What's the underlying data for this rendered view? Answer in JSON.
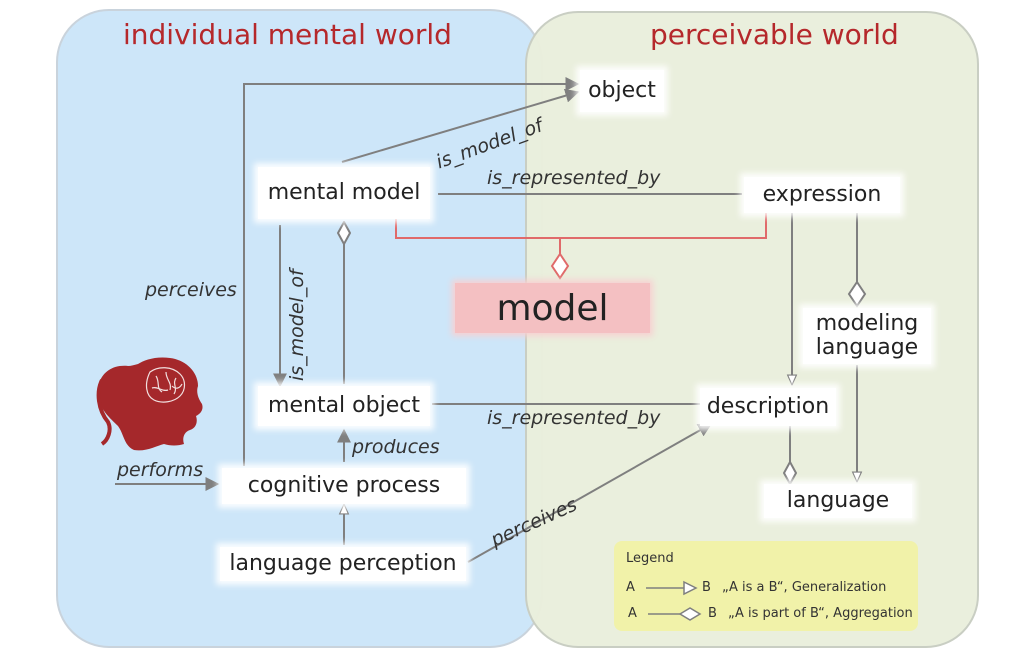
{
  "regions": {
    "mental": {
      "title": "individual mental world"
    },
    "perceivable": {
      "title": "perceivable world"
    }
  },
  "nodes": {
    "object": "object",
    "mental_model": "mental model",
    "expression": "expression",
    "model": "model",
    "modeling_language_line1": "modeling",
    "modeling_language_line2": "language",
    "mental_object": "mental object",
    "description": "description",
    "cognitive_process": "cognitive process",
    "language": "language",
    "language_perception": "language perception"
  },
  "relations": {
    "perceives_left": "perceives",
    "is_model_of_top": "is_model_of",
    "is_represented_by_top": "is_represented_by",
    "is_model_of_vertical": "is_model_of",
    "is_represented_by_bottom": "is_represented_by",
    "produces": "produces",
    "performs": "performs",
    "perceives_diagonal": "perceives"
  },
  "legend": {
    "title": "Legend",
    "generalization": {
      "a": "A",
      "b": "B",
      "text": "„A is a B“,  Generalization"
    },
    "aggregation": {
      "a": "A",
      "b": "B",
      "text": "„A is part of B“,  Aggregation"
    }
  },
  "icons": {
    "person": "person-head-with-brain-icon"
  },
  "colors": {
    "mental_region": "#cde6f9",
    "perceivable_region": "#e9eedc",
    "title_red": "#b5282b",
    "model_fill": "#f4c0c2",
    "model_connector": "#e06a6a",
    "arrow_gray": "#7f7f7f",
    "legend_fill": "#f1f2a9",
    "person_red": "#a5282b"
  }
}
